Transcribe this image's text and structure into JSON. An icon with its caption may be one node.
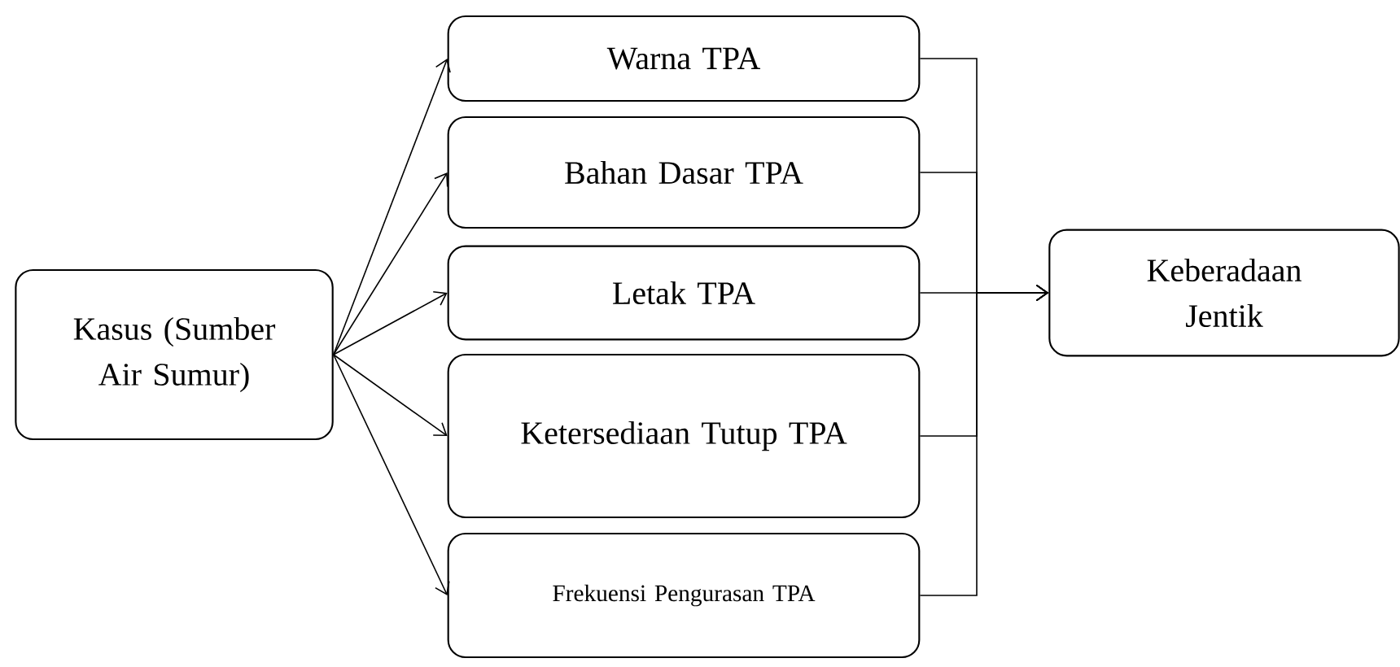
{
  "diagram": {
    "nodes": [
      {
        "text": [
          "Kasus (Sumber Air Sumur)"
        ]
      },
      {
        "text": [
          "Warna TPA"
        ]
      },
      {
        "text": [
          "Bahan Dasar TPA"
        ]
      },
      {
        "text": [
          "Letak TPA"
        ]
      },
      {
        "text": [
          "Ketersediaan Tutup TPA"
        ]
      },
      {
        "text": [
          "Frekuensi Pengurasan TPA"
        ]
      },
      {
        "text": [
          "Keberadaan Jentik"
        ]
      }
    ],
    "edges": [
      {
        "from": 0,
        "to": 1,
        "arrow": "to"
      },
      {
        "from": 0,
        "to": 2,
        "arrow": "to"
      },
      {
        "from": 0,
        "to": 3,
        "arrow": "to"
      },
      {
        "from": 0,
        "to": 4,
        "arrow": "to"
      },
      {
        "from": 0,
        "to": 5,
        "arrow": "to"
      },
      {
        "from": 1,
        "to": 6,
        "arrow": "to"
      },
      {
        "from": 2,
        "to": 6,
        "arrow": "to"
      },
      {
        "from": 3,
        "to": 6,
        "arrow": "to"
      },
      {
        "from": 4,
        "to": 6,
        "arrow": "to"
      },
      {
        "from": 5,
        "to": 6,
        "arrow": "to"
      }
    ]
  }
}
